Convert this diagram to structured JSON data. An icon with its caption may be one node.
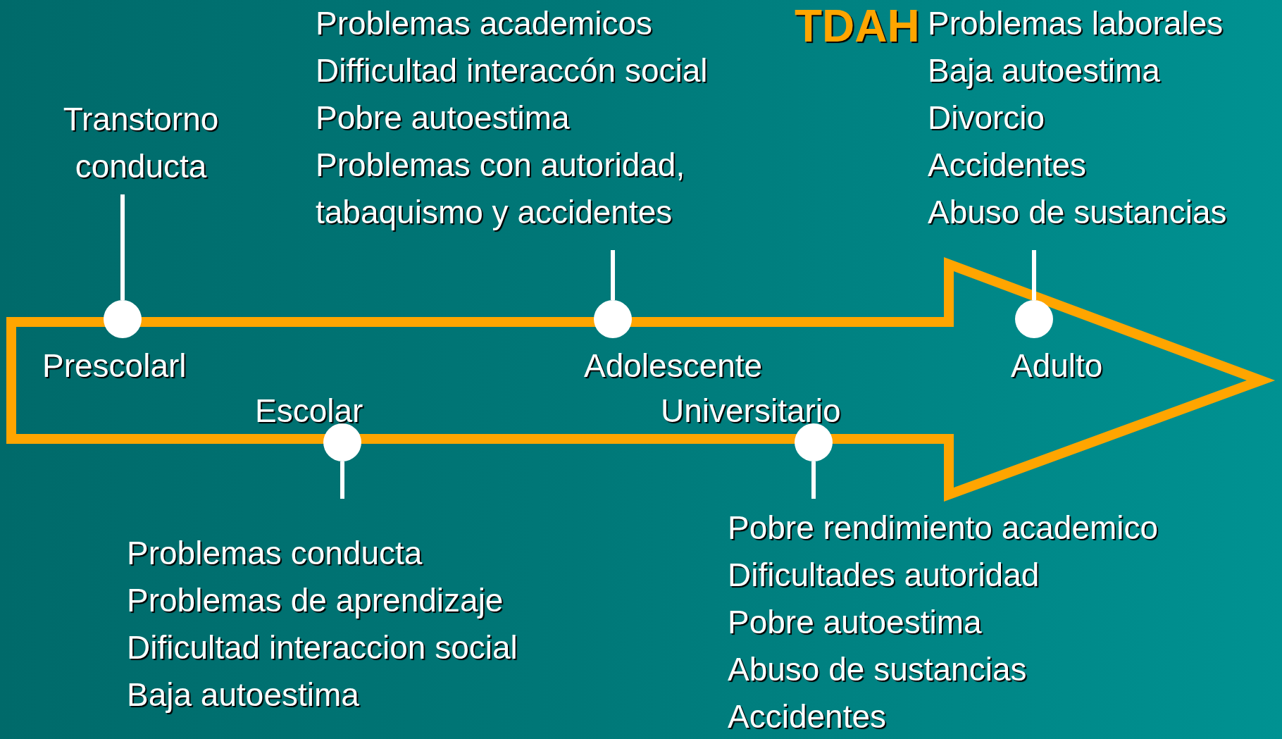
{
  "diagram": {
    "title": "TDAH",
    "nodes": [
      {
        "text": [
          "Transtorno conducta"
        ]
      },
      {
        "text": [],
        "shape": "circle",
        "beside": [
          "Prescolarl"
        ]
      },
      {
        "text": [],
        "shape": "circle",
        "beside": [
          "Escolar"
        ]
      },
      {
        "text": [
          "Problemas conducta",
          "Problemas de aprendizaje",
          "Dificultad interaccion social",
          "Baja autoestima"
        ]
      },
      {
        "text": [
          "Problemas academicos",
          "Difficultad interaccón social",
          "Pobre autoestima",
          "Problemas con autoridad, tabaquismo y accidentes"
        ]
      },
      {
        "text": [],
        "shape": "circle",
        "beside": [
          "Adolescente"
        ]
      },
      {
        "text": [],
        "shape": "circle",
        "beside": [
          "Universitario"
        ]
      },
      {
        "text": [
          "Pobre rendimiento academico",
          "Dificultades autoridad",
          "Pobre autoestima",
          "Abuso de sustancias",
          "Accidentes"
        ]
      },
      {
        "text": [
          "Problemas laborales",
          "Baja autoestima",
          "Divorcio",
          "Accidentes",
          "Abuso de sustancias"
        ]
      },
      {
        "text": [],
        "shape": "circle",
        "beside": [
          "Adulto"
        ]
      }
    ],
    "edges": [
      {
        "from": 0,
        "to": 1,
        "arrow": "none"
      },
      {
        "from": 3,
        "to": 2,
        "arrow": "none"
      },
      {
        "from": 4,
        "to": 5,
        "arrow": "none"
      },
      {
        "from": 7,
        "to": 6,
        "arrow": "none"
      },
      {
        "from": 8,
        "to": 9,
        "arrow": "none"
      }
    ]
  }
}
